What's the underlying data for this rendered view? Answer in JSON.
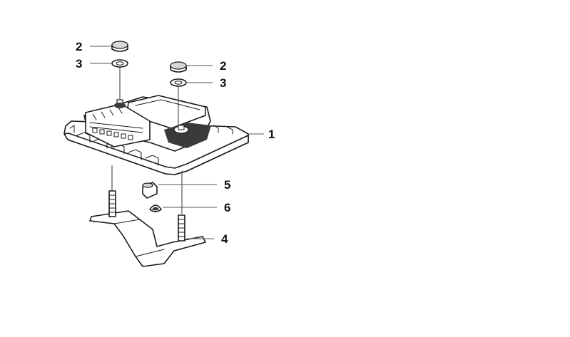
{
  "callouts": {
    "c1": "1",
    "c2_left": "2",
    "c3_left": "3",
    "c2_right": "2",
    "c3_right": "3",
    "c4": "4",
    "c5": "5",
    "c6": "6"
  },
  "colors": {
    "line": "#1a1a1a",
    "leader": "#555555",
    "background": "#ffffff"
  }
}
